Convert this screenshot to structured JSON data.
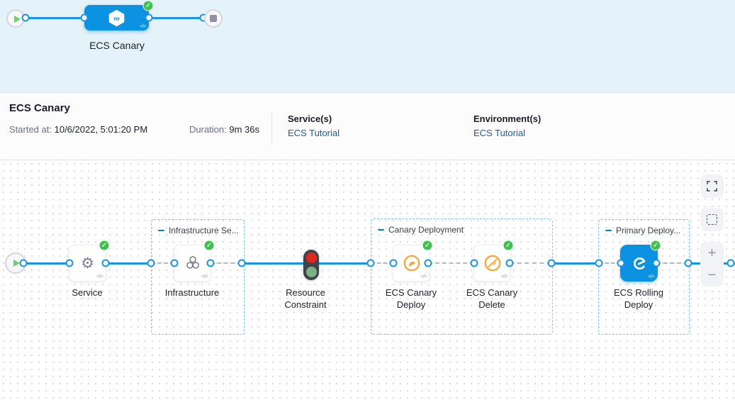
{
  "banner": {
    "stage_label": "ECS Canary"
  },
  "infobar": {
    "title": "ECS Canary",
    "started_label": "Started at:",
    "started_value": "10/6/2022, 5:01:20 PM",
    "duration_label": "Duration:",
    "duration_value": "9m 36s",
    "services_label": "Service(s)",
    "services_link": "ECS Tutorial",
    "environments_label": "Environment(s)",
    "environments_link": "ECS Tutorial"
  },
  "graph": {
    "groups": [
      {
        "label": "Infrastructure Se..."
      },
      {
        "label": "Canary Deployment"
      },
      {
        "label": "Primary Deploy..."
      }
    ],
    "nodes": [
      {
        "id": "start",
        "type": "start"
      },
      {
        "id": "service",
        "label": "Service",
        "status": "success"
      },
      {
        "id": "infrastructure",
        "label": "Infrastructure",
        "status": "success"
      },
      {
        "id": "resource-constraint",
        "label": "Resource Constraint"
      },
      {
        "id": "ecs-canary-deploy",
        "label": "ECS Canary Deploy",
        "status": "success"
      },
      {
        "id": "ecs-canary-delete",
        "label": "ECS Canary Delete",
        "status": "success"
      },
      {
        "id": "ecs-rolling-deploy",
        "label": "ECS Rolling Deploy",
        "status": "success",
        "selected": true
      }
    ]
  },
  "icons": {
    "check": "✓",
    "code": "</>",
    "infinity": "∞",
    "gear": "⚙"
  },
  "controls": {
    "zoom_in": "+",
    "zoom_out": "−"
  },
  "colors": {
    "accent_blue": "#0b92e1",
    "line_blue": "#1b95e0",
    "success_green": "#3fc14f",
    "canary_amber": "#f3a93c",
    "link_blue": "#1d5b9e",
    "banner_bg": "#e4f2fa"
  }
}
